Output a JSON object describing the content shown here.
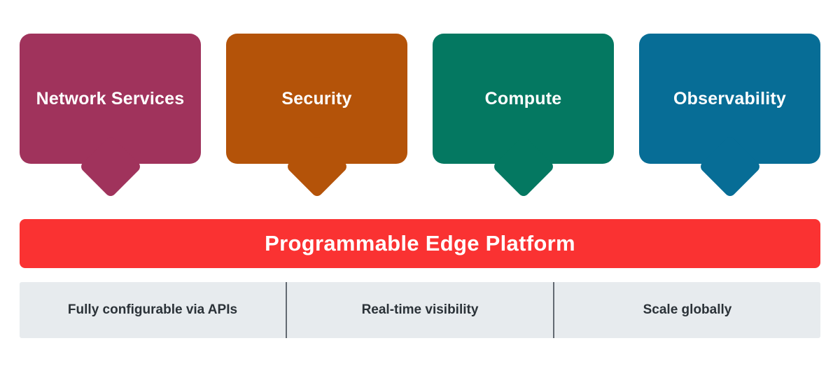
{
  "cards": [
    {
      "label": "Network Services",
      "color": "#A0335C"
    },
    {
      "label": "Security",
      "color": "#B45309"
    },
    {
      "label": "Compute",
      "color": "#047861"
    },
    {
      "label": "Observability",
      "color": "#076D96"
    }
  ],
  "platform": {
    "label": "Programmable Edge Platform",
    "color": "#FA3232"
  },
  "features": [
    {
      "label": "Fully configurable via APIs"
    },
    {
      "label": "Real-time visibility"
    },
    {
      "label": "Scale globally"
    }
  ],
  "colors": {
    "features_bar_background": "#E7EBEE",
    "features_text": "#2b3238",
    "card_text": "#ffffff"
  }
}
